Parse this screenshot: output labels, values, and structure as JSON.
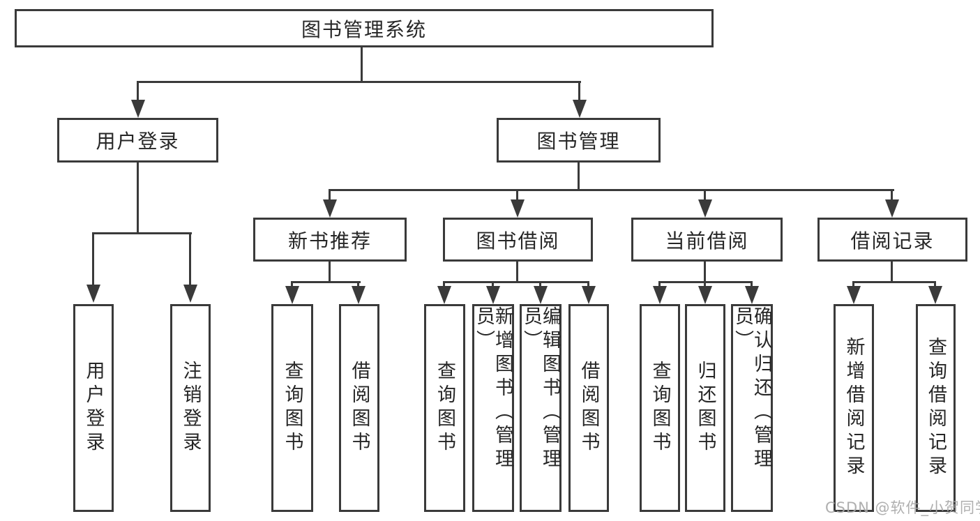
{
  "diagram": {
    "root": {
      "label": "图书管理系统"
    },
    "level2": [
      {
        "id": "user-login",
        "label": "用户登录"
      },
      {
        "id": "book-management",
        "label": "图书管理"
      }
    ],
    "level3": [
      {
        "id": "new-book-recommend",
        "label": "新书推荐"
      },
      {
        "id": "book-borrow",
        "label": "图书借阅"
      },
      {
        "id": "current-borrow",
        "label": "当前借阅"
      },
      {
        "id": "borrow-records",
        "label": "借阅记录"
      }
    ],
    "leaves": {
      "user_login": [
        "用户登录",
        "注销登录"
      ],
      "new_book": [
        "查询图书",
        "借阅图书"
      ],
      "book_borrow": [
        "查询图书",
        "新增图书（管理员）",
        "编辑图书（管理员）",
        "借阅图书"
      ],
      "current_borrow": [
        "查询图书",
        "归还图书",
        "确认归还（管理员）"
      ],
      "records": [
        "新增借阅记录",
        "查询借阅记录"
      ]
    }
  },
  "watermark": {
    "text": "CSDN @软件_小贺同学"
  },
  "colors": {
    "line": "#3a3a3a",
    "text": "#262626",
    "background": "#ffffff",
    "watermark": "#a8a8a8"
  }
}
